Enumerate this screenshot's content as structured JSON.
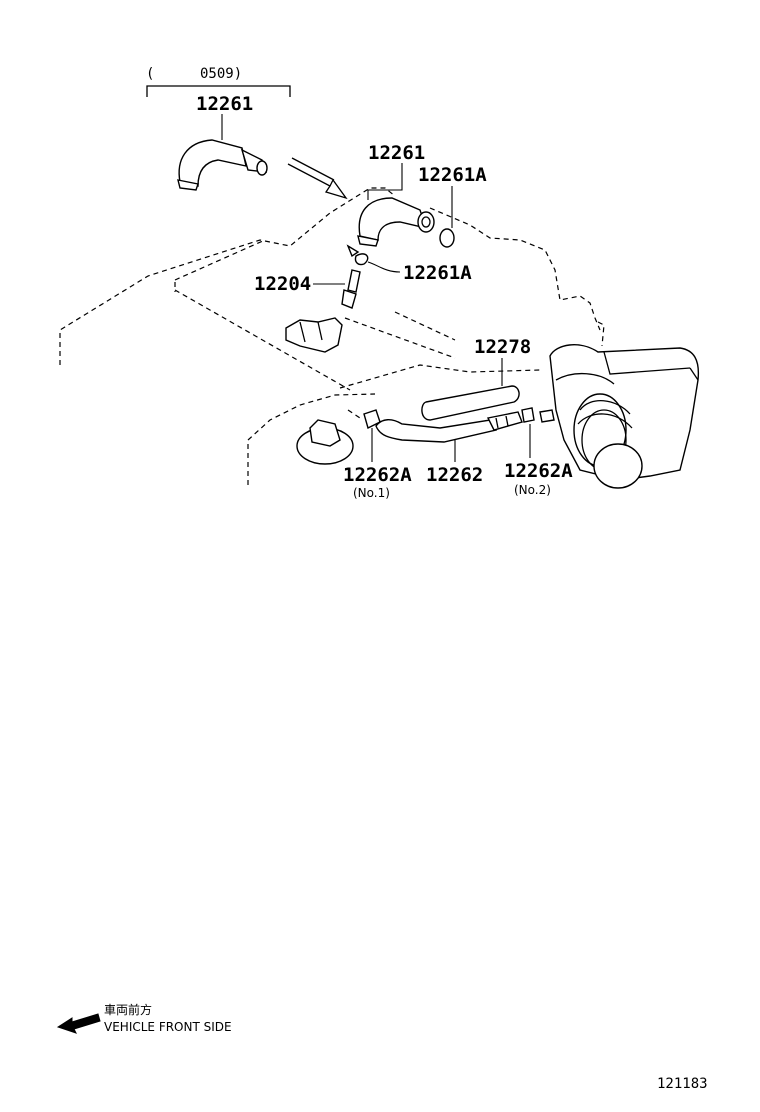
{
  "range_note": {
    "open": "(",
    "code": "0509)"
  },
  "callouts": {
    "hose_top_range": "12261",
    "hose_main": "12261",
    "clip_upper": "12261A",
    "clip_lower": "12261A",
    "pcv_valve": "12204",
    "hose_12278": "12278",
    "clamp_no1": "12262A",
    "clamp_no1_sub": "(No.1)",
    "hose_12262": "12262",
    "clamp_no2": "12262A",
    "clamp_no2_sub": "(No.2)"
  },
  "legend": {
    "japanese": "車両前方",
    "english": "VEHICLE FRONT SIDE"
  },
  "figure_ref": "121183"
}
